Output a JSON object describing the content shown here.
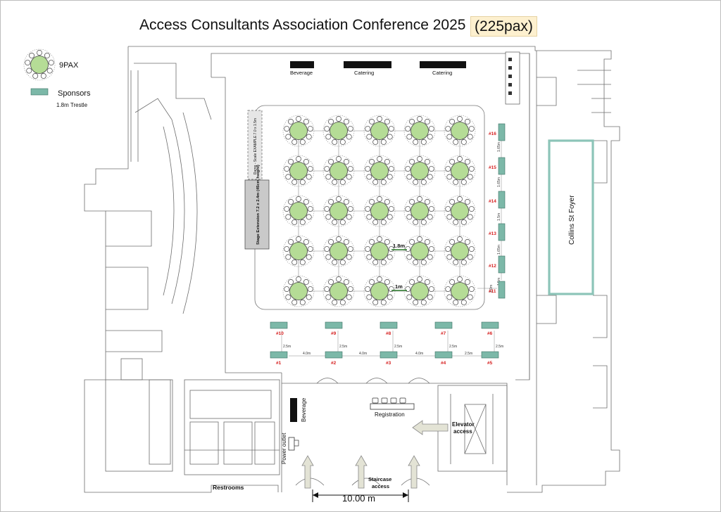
{
  "title": "Access Consultants Association Conference 2025",
  "capacity_badge": "(225pax)",
  "legend": {
    "table_label": "9PAX",
    "sponsor_label": "Sponsors",
    "sponsor_sub": "1.8m Trestle"
  },
  "service": {
    "beverage_top": "Beverage",
    "catering_1": "Catering",
    "catering_2": "Catering",
    "beverage_lobby": "Beverage",
    "registration": "Registration",
    "power_outlet": "Power outlet"
  },
  "stage": {
    "ramp": "Ramp - Scale EXAMPLE 7.0 x 1.5m",
    "extension": "Stage Extension 7.2 x 2.4m (45cm height)"
  },
  "foyer": "Collins St Foyer",
  "annotations": {
    "spacing_tables": "1.8m",
    "spacing_small": "1m",
    "elevator": [
      "Elevator",
      "access"
    ],
    "staircase": [
      "Staircase",
      "access"
    ],
    "restrooms": "Restrooms",
    "scale": "10.00 m"
  },
  "dims": {
    "right_column": [
      "1.65m",
      "1.65m",
      "1.5m",
      "1.65m",
      "1.5m"
    ],
    "booth_11": "2.0m",
    "vertical_rows": [
      "2.5m",
      "2.5m",
      "2.5m",
      "2.5m",
      "2.5m"
    ],
    "bottom_row": [
      "4.0m",
      "4.0m",
      "4.0m",
      "2.5m"
    ]
  },
  "sponsor_booths": {
    "bottom_row": [
      "#1",
      "#2",
      "#3",
      "#4",
      "#5"
    ],
    "top_row": [
      "#10",
      "#9",
      "#8",
      "#7",
      "#6"
    ],
    "right_column": [
      "#16",
      "#15",
      "#14",
      "#13",
      "#12",
      "#11"
    ]
  },
  "colors": {
    "table_fill": "#b5dc96",
    "sponsor_fill": "#7cb8a8",
    "foyer_border": "#8cc4b8",
    "badge_bg": "#fdf0cf"
  }
}
